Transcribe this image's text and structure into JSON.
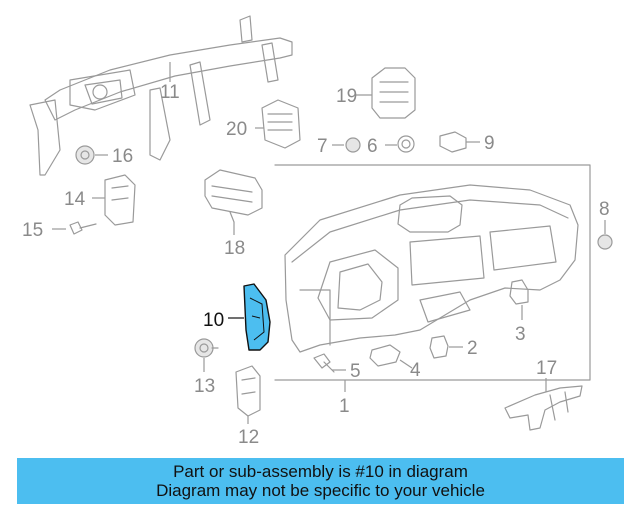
{
  "diagram": {
    "callouts": {
      "c1": "1",
      "c2": "2",
      "c3": "3",
      "c4": "4",
      "c5": "5",
      "c6": "6",
      "c7": "7",
      "c8": "8",
      "c9": "9",
      "c10": "10",
      "c11": "11",
      "c12": "12",
      "c13": "13",
      "c14": "14",
      "c15": "15",
      "c16": "16",
      "c17": "17",
      "c18": "18",
      "c19": "19",
      "c20": "20"
    },
    "highlight_color": "#4cbef0"
  },
  "banner": {
    "line1": "Part or sub-assembly is #10 in diagram",
    "line2": "Diagram may not be specific to your vehicle",
    "background": "#4cbef0"
  }
}
